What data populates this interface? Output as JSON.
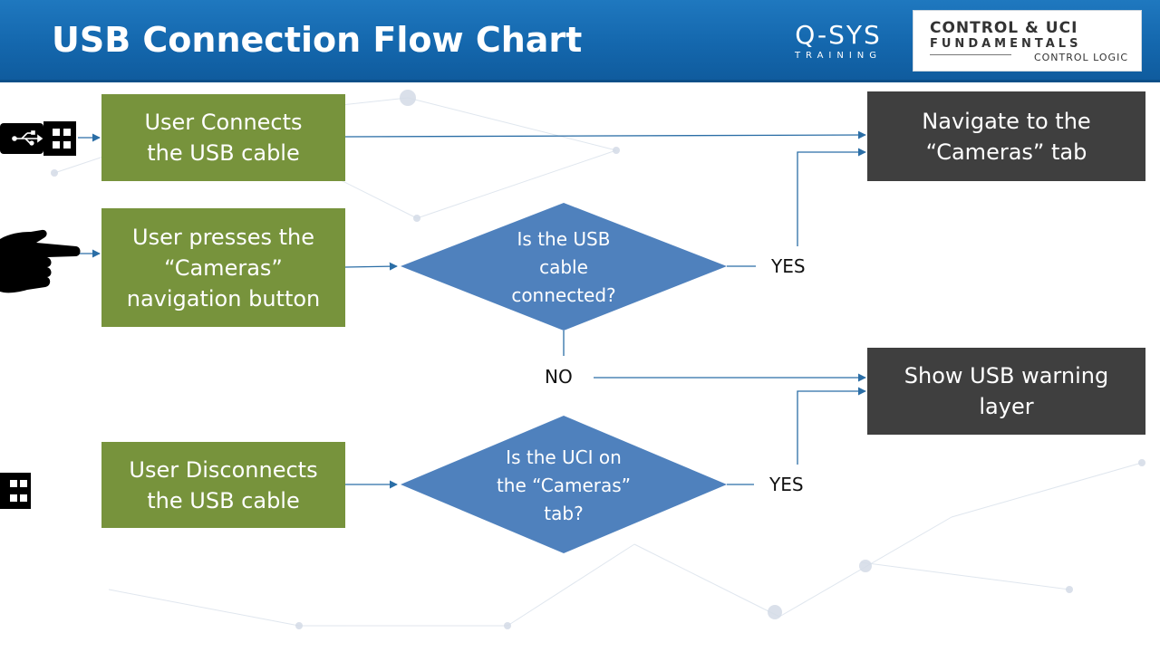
{
  "header": {
    "title": "USB Connection Flow Chart",
    "brand_main": "Q-SYS",
    "brand_sub": "TRAINING",
    "course_line1": "CONTROL & UCI",
    "course_line2": "FUNDAMENTALS",
    "course_line3": "CONTROL LOGIC"
  },
  "flow": {
    "triggers": [
      {
        "id": "connect",
        "text": "User Connects\nthe USB cable"
      },
      {
        "id": "press",
        "text": "User presses the\n“Cameras”\nnavigation button"
      },
      {
        "id": "disconnect",
        "text": "User Disconnects\nthe USB cable"
      }
    ],
    "decisions": [
      {
        "id": "usb_connected",
        "text": "Is the USB\ncable\nconnected?"
      },
      {
        "id": "on_cameras_tab",
        "text": "Is the UCI on\nthe “Cameras”\ntab?"
      }
    ],
    "outcomes": [
      {
        "id": "navigate",
        "text": "Navigate to the\n“Cameras” tab"
      },
      {
        "id": "warning",
        "text": "Show USB warning\nlayer"
      }
    ],
    "labels": {
      "yes_top": "YES",
      "no": "NO",
      "yes_bottom": "YES"
    }
  },
  "colors": {
    "header": "#1467ad",
    "trigger": "#77933c",
    "decision": "#4f81bd",
    "outcome": "#3f3f3f",
    "connector": "#2b6ea6"
  },
  "icons": [
    "usb-plug-icon",
    "pointing-hand-icon",
    "usb-plug-partial-icon"
  ]
}
